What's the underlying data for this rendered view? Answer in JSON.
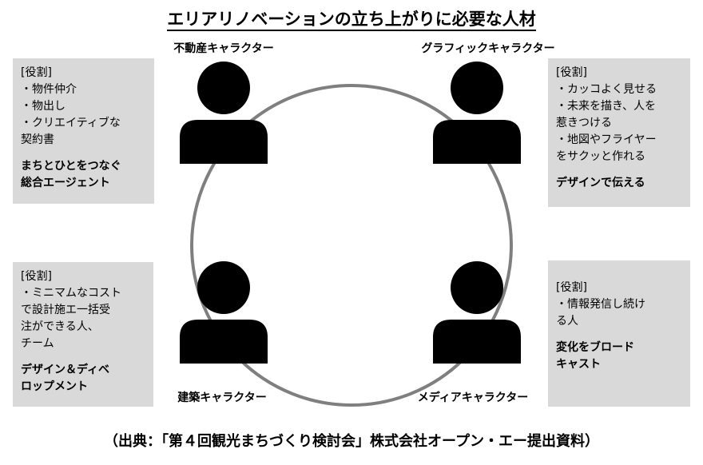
{
  "title": "エリアリノベーションの立ち上がりに必要な人材",
  "characters": [
    {
      "name": "不動産キャラクター",
      "role_heading": "[役割]",
      "roles": [
        "・物件仲介",
        "・物出し",
        "・クリエイティブな",
        "契約書"
      ],
      "summary": [
        "まちとひとをつなぐ",
        "総合エージェント"
      ]
    },
    {
      "name": "グラフィックキャラクター",
      "role_heading": "[役割]",
      "roles": [
        "・カッコよく見せる",
        "・未来を描き、人を",
        "惹きつける",
        "・地図やフライヤー",
        "をサクッと作れる"
      ],
      "summary": [
        "デザインで伝える"
      ]
    },
    {
      "name": "建築キャラクター",
      "role_heading": "[役割]",
      "roles": [
        "・ミニマムなコスト",
        "で設計施エ一括受",
        "注ができる人、",
        "チーム"
      ],
      "summary": [
        "デザイン＆ディベ",
        "ロップメント"
      ]
    },
    {
      "name": "メディアキャラクター",
      "role_heading": "[役割]",
      "roles": [
        "・情報発信し続け",
        "る人"
      ],
      "summary": [
        "変化をブロード",
        "キャスト"
      ]
    }
  ],
  "source": "（出典：「第４回観光まちづくり検討会」株式会社オープン・エー提出資料）",
  "colors": {
    "box_fill": "#d9d9d9",
    "circle_stroke": "#7f7f7f",
    "person_fill": "#000000"
  },
  "icons": [
    "person-icon"
  ]
}
